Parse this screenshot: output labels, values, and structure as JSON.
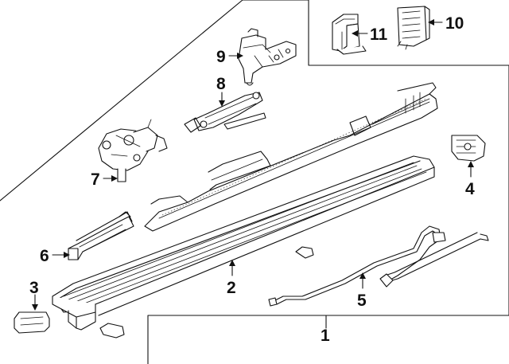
{
  "diagram": {
    "callouts": [
      {
        "id": "c1",
        "text": "1"
      },
      {
        "id": "c2",
        "text": "2"
      },
      {
        "id": "c3",
        "text": "3"
      },
      {
        "id": "c4",
        "text": "4"
      },
      {
        "id": "c5",
        "text": "5"
      },
      {
        "id": "c6",
        "text": "6"
      },
      {
        "id": "c7",
        "text": "7"
      },
      {
        "id": "c8",
        "text": "8"
      },
      {
        "id": "c9",
        "text": "9"
      },
      {
        "id": "c10",
        "text": "10"
      },
      {
        "id": "c11",
        "text": "11"
      }
    ]
  },
  "colors": {
    "line": "#111111",
    "background": "#ffffff"
  }
}
